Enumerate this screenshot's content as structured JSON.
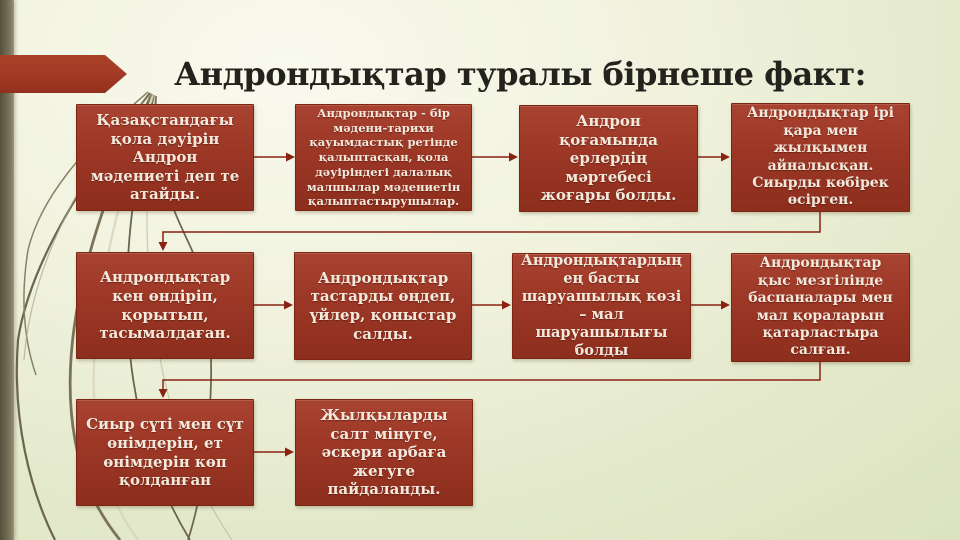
{
  "slide": {
    "title": "Андрондықтар туралы бірнеше факт:"
  },
  "colors": {
    "accent_red": "#9c3726",
    "connector_red": "#8a2213",
    "band_olive": "#6a644c",
    "background_green": "#dce3c0",
    "box_text": "#f2e9dd",
    "title_text": "#23221c"
  },
  "decorations": {
    "banner_icon": "banner-arrow-icon",
    "wisps_icon": "wisp-grass-lines-icon",
    "connector_icon": "flow-arrow-icon"
  },
  "flowchart": {
    "rows": [
      {
        "boxes": [
          {
            "text": "Қазақстандағы қола дәуірін Андрон мәдениеті деп те атайды."
          },
          {
            "text": "Андрондықтар  - бір мәдени-тарихи қауымдастық ретінде қалыптасқан, қола дәуіріндегі далалық малшылар мәдениетін қалыптастырушылар."
          },
          {
            "text": "Андрон қоғамында ерлердің мәртебесі жоғары болды."
          },
          {
            "text": "Андрондықтар ірі қара мен жылқымен айналысқан. Сиырды көбірек өсірген."
          }
        ]
      },
      {
        "boxes": [
          {
            "text": "Андрондықтар кен өндіріп, қорытып, тасымалдаған."
          },
          {
            "text": "Андрондықтар тастарды өңдеп, үйлер, қоныстар салды."
          },
          {
            "text": "Андрондықтардың ең басты шаруашылық көзі – мал шаруашылығы болды"
          },
          {
            "text": "Андрондықтар қыс мезгілінде баспаналары мен мал қораларын қатарластыра салған."
          }
        ]
      },
      {
        "boxes": [
          {
            "text": "Сиыр сүті мен сүт өнімдерін, ет өнімдерін көп қолданған"
          },
          {
            "text": "Жылқыларды салт мінуге, әскери арбаға жегуге пайдаланды."
          }
        ]
      }
    ]
  }
}
